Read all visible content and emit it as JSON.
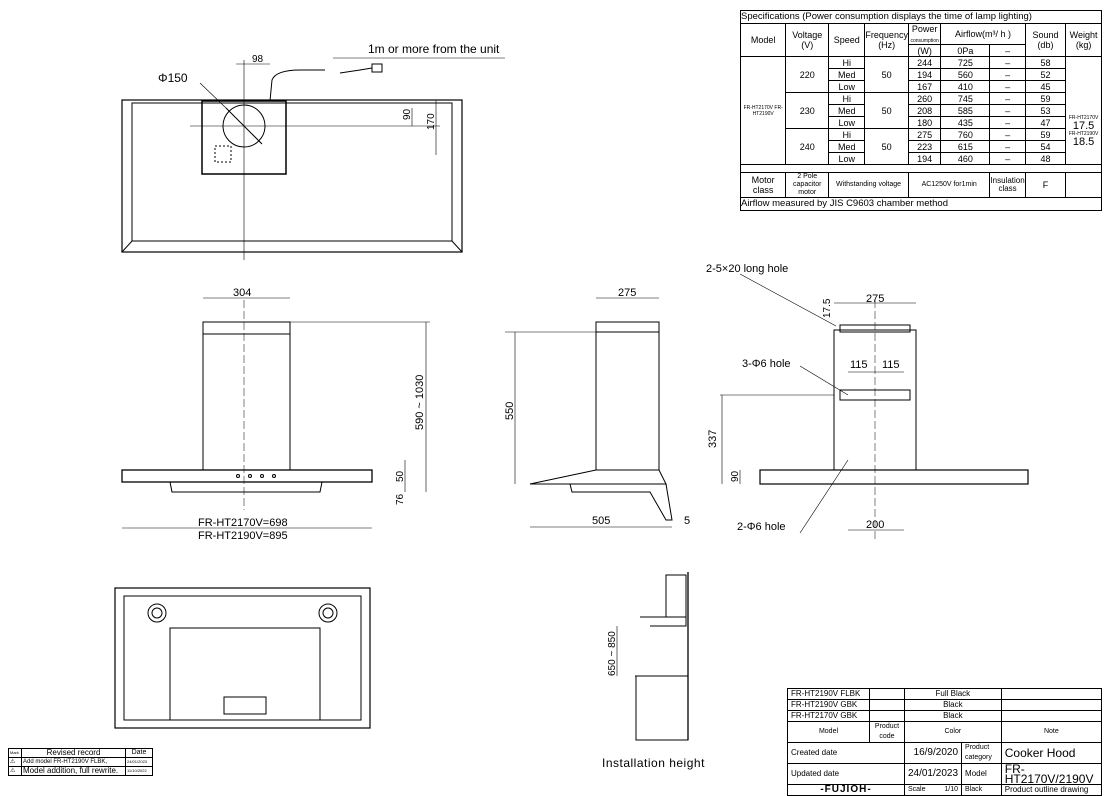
{
  "spec_table": {
    "title": "Specifications (Power consumption displays the time of lamp lighting)",
    "headers": {
      "model": "Model",
      "voltage": "Voltage (V)",
      "speed": "Speed",
      "frequency": "Frequency (Hz)",
      "power": "Power",
      "power_sub": "consumption",
      "power_unit": "(W)",
      "airflow": "Airflow(m³/ h )",
      "airflow_0pa": "0Pa",
      "airflow_dash": "–",
      "sound": "Sound (db)",
      "weight": "Weight (kg)"
    },
    "models": "FR-HT2170V FR-HT2190V",
    "groups": [
      {
        "voltage": "220",
        "frequency": "50",
        "rows": [
          {
            "speed": "Hi",
            "power": "244",
            "airflow": "725",
            "dash": "–",
            "sound": "58"
          },
          {
            "speed": "Med",
            "power": "194",
            "airflow": "560",
            "dash": "–",
            "sound": "52"
          },
          {
            "speed": "Low",
            "power": "167",
            "airflow": "410",
            "dash": "–",
            "sound": "45"
          }
        ]
      },
      {
        "voltage": "230",
        "frequency": "50",
        "rows": [
          {
            "speed": "Hi",
            "power": "260",
            "airflow": "745",
            "dash": "–",
            "sound": "59"
          },
          {
            "speed": "Med",
            "power": "208",
            "airflow": "585",
            "dash": "–",
            "sound": "53"
          },
          {
            "speed": "Low",
            "power": "180",
            "airflow": "435",
            "dash": "–",
            "sound": "47"
          }
        ]
      },
      {
        "voltage": "240",
        "frequency": "50",
        "rows": [
          {
            "speed": "Hi",
            "power": "275",
            "airflow": "760",
            "dash": "–",
            "sound": "59"
          },
          {
            "speed": "Med",
            "power": "223",
            "airflow": "615",
            "dash": "–",
            "sound": "54"
          },
          {
            "speed": "Low",
            "power": "194",
            "airflow": "460",
            "dash": "–",
            "sound": "48"
          }
        ]
      }
    ],
    "weights": {
      "m1": "FR-HT2170V",
      "w1": "17.5",
      "m2": "FR-HT2190V",
      "w2": "18.5"
    },
    "motor": {
      "label": "Motor class",
      "value": "2 Pole capacitor motor",
      "withstand_label": "Withstanding voltage",
      "withstand_value": "AC1250V for1min",
      "insulation_label": "Insulation class",
      "insulation_value": "F"
    },
    "footnote": "Airflow measured by JIS C9603 chamber method"
  },
  "dimensions": {
    "top_duct": "Φ150",
    "top_98": "98",
    "top_cord": "1m or more from the unit",
    "top_90": "90",
    "top_170": "170",
    "front_304": "304",
    "front_height": "590 ~ 1030",
    "front_50": "50",
    "front_76": "76",
    "front_w1": "FR-HT2170V=698",
    "front_w2": "FR-HT2190V=895",
    "side_275": "275",
    "side_550": "550",
    "side_505": "505",
    "side_5": "5",
    "right_longhole": "2-5×20 long hole",
    "right_275": "275",
    "right_17_5": "17.5",
    "right_3hole": "3-Φ6 hole",
    "right_115a": "115",
    "right_115b": "115",
    "right_337": "337",
    "right_90": "90",
    "right_2hole": "2-Φ6 hole",
    "right_200": "200",
    "install_range": "650 ~ 850"
  },
  "install_label": "Installation height",
  "title_block": {
    "variants": [
      {
        "model": "FR-HT2190V FLBK",
        "code": "",
        "color": "Full Black",
        "note": ""
      },
      {
        "model": "FR-HT2190V GBK",
        "code": "",
        "color": "Black",
        "note": ""
      },
      {
        "model": "FR-HT2170V GBK",
        "code": "",
        "color": "Black",
        "note": ""
      }
    ],
    "col_model": "Model",
    "col_code": "Product code",
    "col_color": "Color",
    "col_note": "Note",
    "created_label": "Created date",
    "created": "16/9/2020",
    "category_label": "Product category",
    "category": "Cooker Hood",
    "updated_label": "Updated date",
    "updated": "24/01/2023",
    "model_label": "Model",
    "model": "FR-HT2170V/2190V",
    "brand": "-FUJIOH-",
    "scale_label": "Scale",
    "scale": "1/10",
    "color": "Black",
    "drawing_type": "Product outline drawing"
  },
  "revisions": {
    "mark": "Mark",
    "header": "Revised record",
    "date": "Date",
    "rows": [
      {
        "text": "Add model FR-HT2190V FLBK,",
        "date": "24/01/2023"
      },
      {
        "text": "Model addition, full rewrite.",
        "date": "11/10/2022"
      }
    ]
  }
}
